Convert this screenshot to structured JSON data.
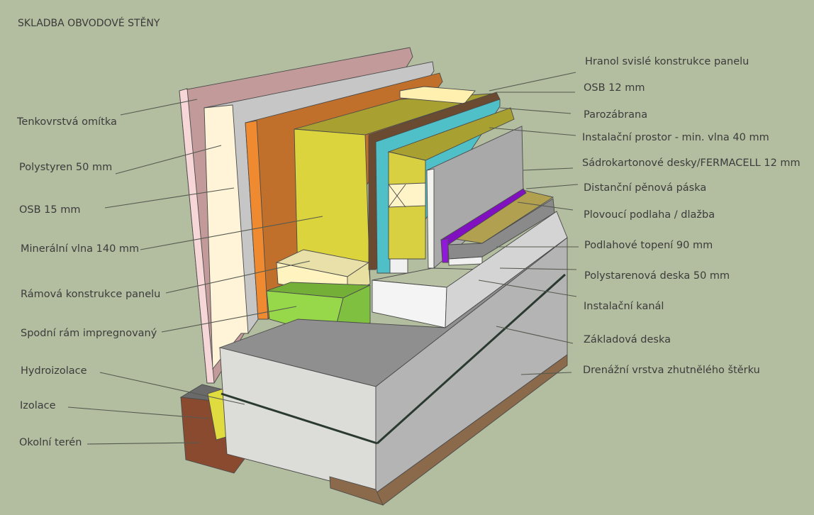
{
  "title": "SKLADBA OBVODOVÉ STĚNY",
  "labels_left": [
    "Tenkovrstvá omítka",
    "Polystyren 50 mm",
    "OSB  15 mm",
    "Minerální vlna 140 mm",
    "Rámová konstrukce panelu",
    "Spodní rám impregnovaný",
    "Hydroizolace",
    "Izolace",
    "Okolní terén"
  ],
  "labels_right": [
    "Hranol svislé konstrukce panelu",
    "OSB 12 mm",
    "Parozábrana",
    "Instalační prostor - min. vlna 40 mm",
    "Sádrokartonové desky/FERMACELL 12 mm",
    "Distanční pěnová páska",
    "Plovoucí podlaha / dlažba",
    "Podlahové topení 90 mm",
    "Polystarenová deska 50 mm",
    "Instalační kanál",
    "Základová deska",
    "Drenážní vrstva zhutnělého štěrku"
  ],
  "colors": {
    "background": "#b3bd9f",
    "plaster": "#c29a9a",
    "polystyrene": "#fff4d8",
    "osb15": "#c8c8c8",
    "osb_orange": "#c8702a",
    "mineral_wool": "#d8d040",
    "vapour_barrier": "#4ec0c8",
    "plasterboard": "#a8a8a8",
    "foam_tape": "#8010c0",
    "concrete": "#d8d8d4",
    "gravel": "#8a6a4a",
    "soil": "#8a4a30",
    "sill_green": "#90d040"
  }
}
